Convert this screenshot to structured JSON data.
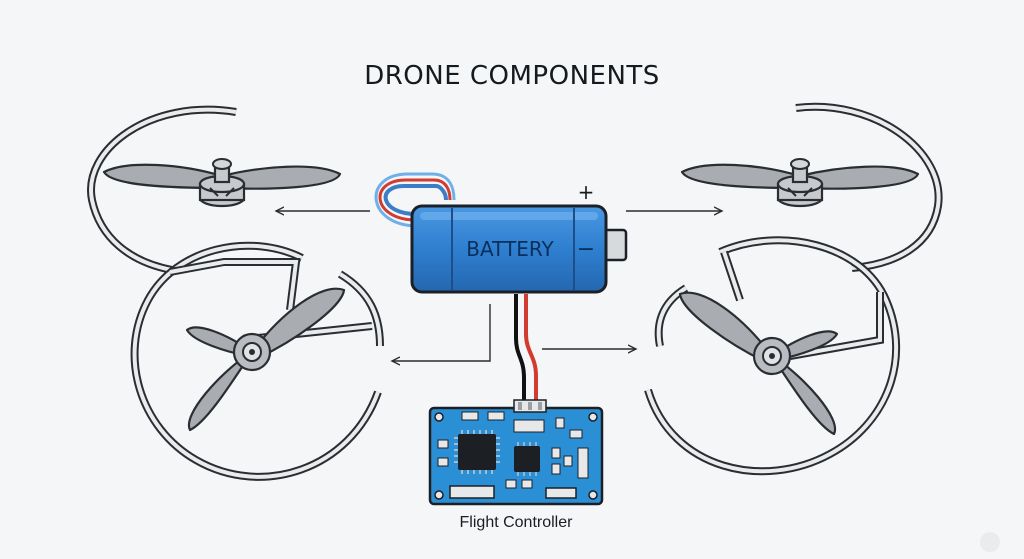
{
  "diagram": {
    "title": "DRONE COMPONENTS",
    "battery": {
      "label": "BATTERY",
      "plus": "+",
      "minus": "−"
    },
    "controller": {
      "label": "Flight Controller"
    }
  },
  "colors": {
    "background": "#f4f6f7",
    "battery_body": "#2f7fd0",
    "pcb": "#2b8fd6",
    "chip": "#1c1f24",
    "blade": "#a9adb1",
    "wire_red": "#d23b2f",
    "wire_black": "#111111"
  },
  "icons": [
    "propeller-icon",
    "propeller-guard-icon",
    "battery-icon",
    "circuit-board-icon",
    "arrow-icon"
  ]
}
